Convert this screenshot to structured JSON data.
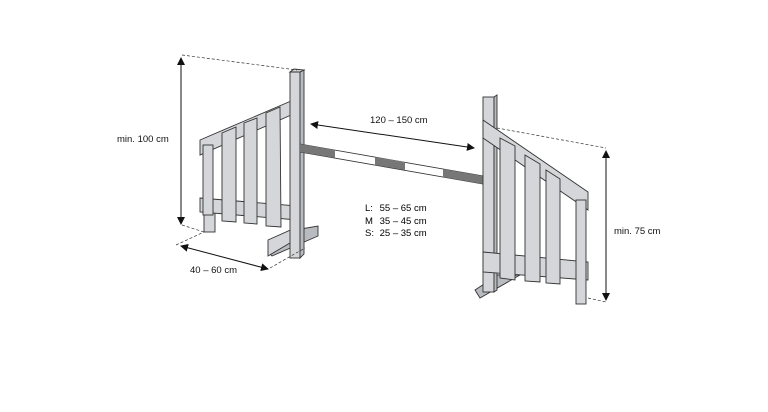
{
  "dimensions": {
    "height_left": "min. 100 cm",
    "height_right": "min. 75 cm",
    "depth": "40 – 60 cm",
    "width": "120 – 150 cm"
  },
  "pole_heights": [
    {
      "size": "L:",
      "range": "55 – 65 cm"
    },
    {
      "size": "M",
      "range": "35 – 45 cm"
    },
    {
      "size": "S:",
      "range": "25 – 35 cm"
    }
  ],
  "colors": {
    "wood": "#d4d6da",
    "pole_stripe": "#777777"
  }
}
